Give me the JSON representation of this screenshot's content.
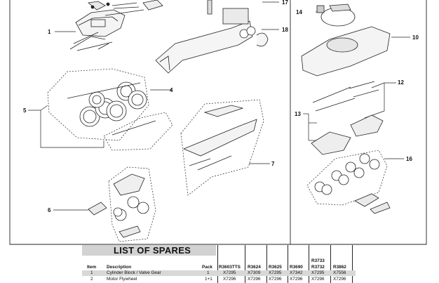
{
  "callouts": [
    "1",
    "4",
    "5",
    "6",
    "7",
    "10",
    "12",
    "13",
    "14",
    "16",
    "17",
    "18"
  ],
  "spares": {
    "title": "LIST OF SPARES",
    "columns": {
      "item": "Item",
      "description": "Description",
      "pack": "Pack",
      "codes": [
        {
          "top": "",
          "bottom": "R3603TTS"
        },
        {
          "top": "",
          "bottom": "R3624"
        },
        {
          "top": "",
          "bottom": "R3625"
        },
        {
          "top": "",
          "bottom": "R3690"
        },
        {
          "top": "R3733",
          "bottom": "R3732"
        },
        {
          "top": "",
          "bottom": "R3862"
        }
      ]
    },
    "rows": [
      {
        "item": "1",
        "description": "Cylinder Block / Valve Gear",
        "pack": "1",
        "codes": [
          "X7295",
          "X7309",
          "X7295",
          "X7342",
          "X7295",
          "X7556"
        ]
      },
      {
        "item": "2",
        "description": "Motor Flywheel",
        "pack": "1+1",
        "codes": [
          "X7296",
          "X7296",
          "X7296",
          "X7296",
          "X7296",
          "X7296"
        ]
      }
    ],
    "colors": {
      "title_bg": "#d2d2d2",
      "row_highlight": "#d8d8d8"
    }
  }
}
